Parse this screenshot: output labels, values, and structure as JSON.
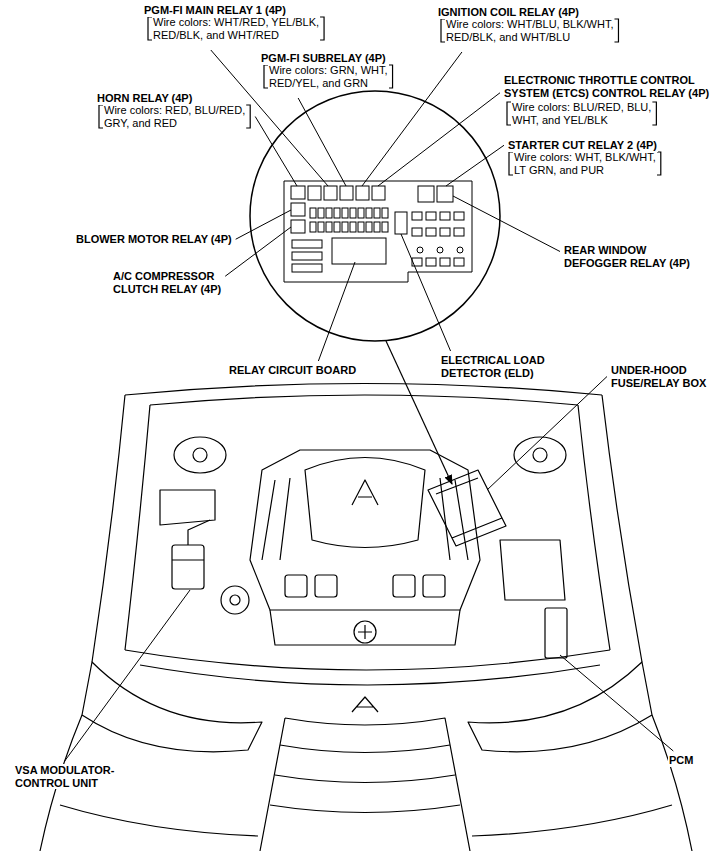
{
  "diagram": {
    "labels": [
      "PGM-FI MAIN RELAY 1 (4P)",
      "Wire colors: WHT/RED, YEL/BLK, RED/BLK, and WHT/RED",
      "PGM-FI SUBRELAY (4P)",
      "Wire colors: GRN, WHT, RED/YEL, and GRN",
      "IGNITION COIL RELAY (4P)",
      "Wire colors: WHT/BLU, BLK/WHT, RED/BLK, and WHT/BLU",
      "HORN RELAY (4P)",
      "Wire colors: RED, BLU/RED, GRY, and RED",
      "ELECTRONIC THROTTLE CONTROL SYSTEM (ETCS) CONTROL RELAY (4P)",
      "Wire colors: BLU/RED, BLU, WHT, and YEL/BLK",
      "STARTER CUT RELAY 2 (4P)",
      "Wire colors: WHT, BLK/WHT, LT GRN, and PUR",
      "BLOWER MOTOR RELAY (4P)",
      "REAR WINDOW DEFOGGER RELAY (4P)",
      "A/C COMPRESSOR CLUTCH RELAY (4P)",
      "RELAY CIRCUIT BOARD",
      "ELECTRICAL LOAD DETECTOR (ELD)",
      "UNDER-HOOD FUSE/RELAY BOX",
      "VSA MODULATOR- CONTROL UNIT",
      "PCM"
    ]
  }
}
